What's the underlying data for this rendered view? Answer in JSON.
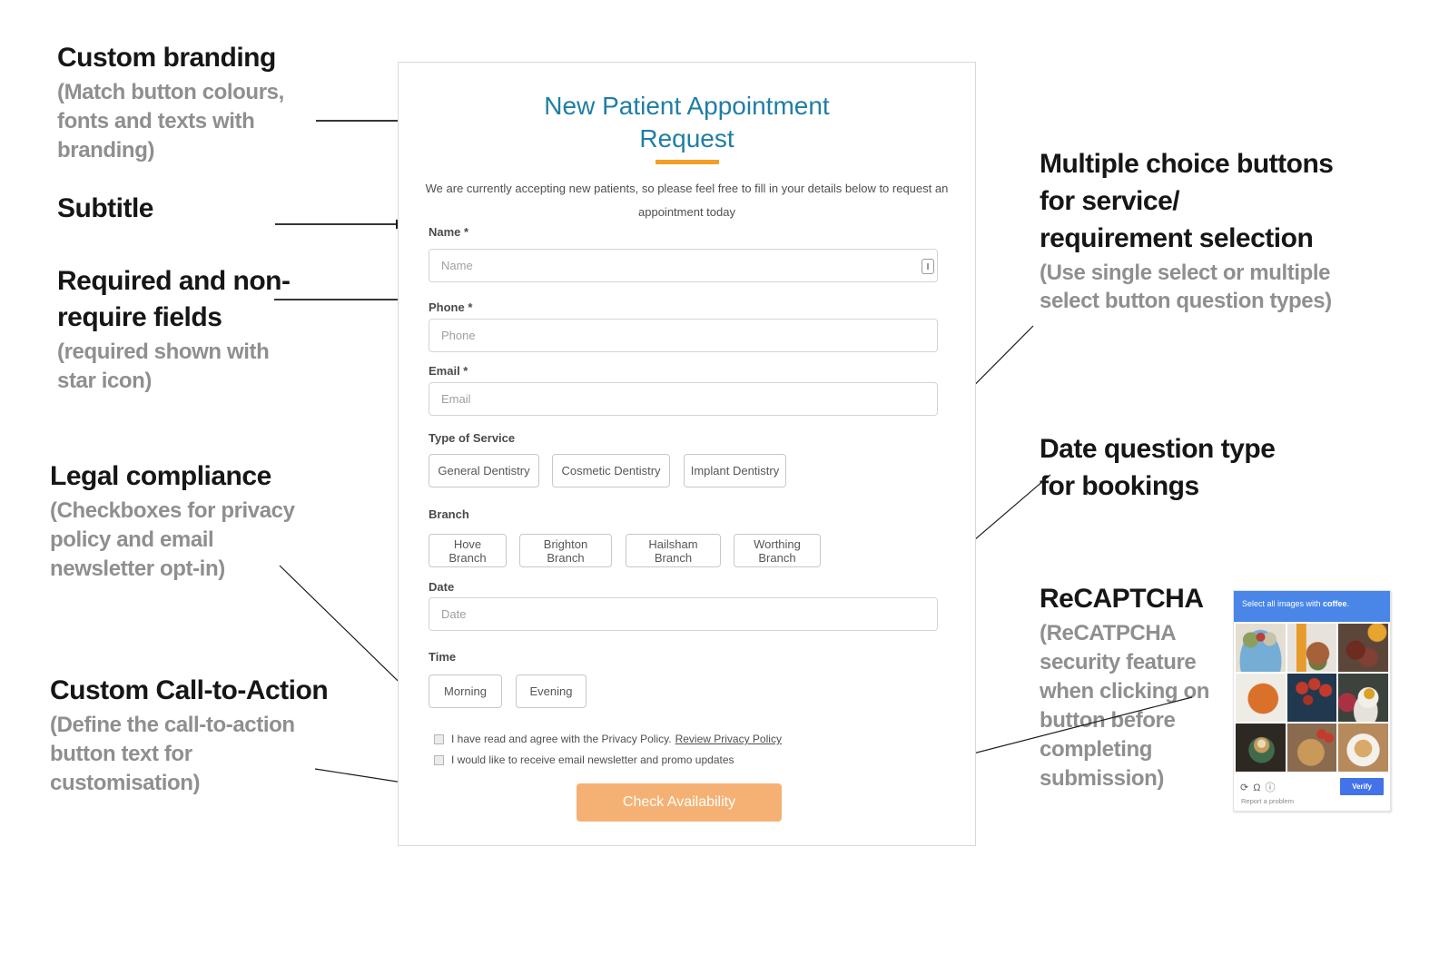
{
  "annotations": {
    "left": [
      {
        "title": "Custom branding",
        "note": "(Match button colours,\nfonts and texts with\nbranding)"
      },
      {
        "title": "Subtitle",
        "note": ""
      },
      {
        "title": "Required and non-\nrequire fields",
        "note": "(required shown with\nstar icon)"
      },
      {
        "title": "Legal compliance",
        "note": "(Checkboxes for privacy\npolicy and email\nnewsletter opt-in)"
      },
      {
        "title": "Custom Call-to-Action",
        "note": "(Define the call-to-action\nbutton text for\ncustomisation)"
      }
    ],
    "right": [
      {
        "title": "Multiple choice buttons\nfor service/\nrequirement selection",
        "note": "(Use single select or multiple\nselect button question types)"
      },
      {
        "title": "Date question type\nfor bookings",
        "note": ""
      },
      {
        "title": "ReCAPTCHA",
        "note": "(ReCATPCHA\nsecurity feature\nwhen clicking on\nbutton before\ncompleting\nsubmission)"
      }
    ]
  },
  "form": {
    "title": "New Patient Appointment Request",
    "subtitle": "We are currently accepting new patients, so please feel free to fill in your details below to request an appointment today",
    "fields": {
      "name": {
        "label": "Name *",
        "placeholder": "Name"
      },
      "phone": {
        "label": "Phone *",
        "placeholder": "Phone"
      },
      "email": {
        "label": "Email *",
        "placeholder": "Email"
      },
      "date": {
        "label": "Date",
        "placeholder": "Date"
      }
    },
    "service": {
      "label": "Type of Service",
      "options": [
        "General Dentistry",
        "Cosmetic Dentistry",
        "Implant Dentistry"
      ]
    },
    "branch": {
      "label": "Branch",
      "options": [
        "Hove Branch",
        "Brighton Branch",
        "Hailsham Branch",
        "Worthing Branch"
      ]
    },
    "time": {
      "label": "Time",
      "options": [
        "Morning",
        "Evening"
      ]
    },
    "checkboxes": [
      {
        "text": "I have read and agree with the Privacy Policy.",
        "link": "Review Privacy Policy"
      },
      {
        "text": "I would like to receive email newsletter and promo updates",
        "link": ""
      }
    ],
    "cta_label": "Check Availability",
    "colors": {
      "title": "#1f7ea4",
      "accent_underline": "#f59e27",
      "cta_bg": "#f5b173"
    }
  },
  "captcha": {
    "header_prefix": "Select all images with ",
    "header_keyword": "coffee",
    "header_suffix": ".",
    "tiles": [
      "salad-bowl",
      "burger-and-fries",
      "grilled-meat-platter",
      "tomato-soup",
      "red-cake-pops",
      "espresso-cup",
      "latte-green-cup",
      "pie-on-board",
      "cappuccino-top-view"
    ],
    "icons": {
      "reload": "⟳",
      "headphones": "Ω",
      "info": "ⓘ"
    },
    "verify_label": "Verify",
    "report_label": "Report a problem",
    "colors": {
      "header_bg": "#4a86e8",
      "verify_bg": "#4273e8"
    }
  }
}
